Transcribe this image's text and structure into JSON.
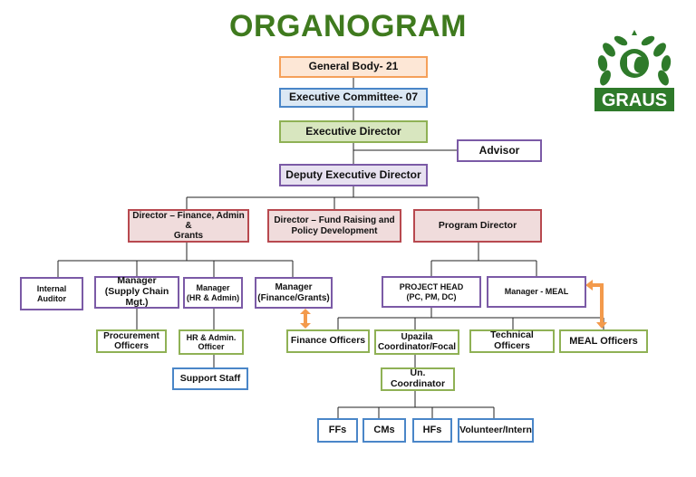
{
  "title": "ORGANOGRAM",
  "logo": {
    "text": "GRAUS",
    "color": "#2e7a2a"
  },
  "nodes": {
    "general_body": "General Body- 21",
    "executive_committee": "Executive Committee- 07",
    "executive_director": "Executive Director",
    "advisor": "Advisor",
    "deputy_executive_director": "Deputy Executive Director",
    "director_finance": "Director – Finance, Admin &\nGrants",
    "director_fund": "Director – Fund Raising and\nPolicy Development",
    "program_director": "Program Director",
    "internal_auditor": "Internal\nAuditor",
    "manager_supply": "Manager\n(Supply Chain Mgt.)",
    "manager_hr": "Manager\n(HR & Admin)",
    "manager_finance": "Manager\n(Finance/Grants)",
    "project_head": "PROJECT HEAD\n(PC, PM, DC)",
    "manager_meal": "Manager - MEAL",
    "procurement_officers": "Procurement\nOfficers",
    "hr_admin_officer": "HR & Admin.\nOfficer",
    "support_staff": "Support Staff",
    "finance_officers": "Finance Officers",
    "upazila_coordinator": "Upazila\nCoordinator/Focal",
    "technical_officers": "Technical Officers",
    "meal_officers": "MEAL Officers",
    "un_coordinator": "Un. Coordinator",
    "ffs": "FFs",
    "cms": "CMs",
    "hfs": "HFs",
    "volunteer_intern": "Volunteer/Intern"
  }
}
